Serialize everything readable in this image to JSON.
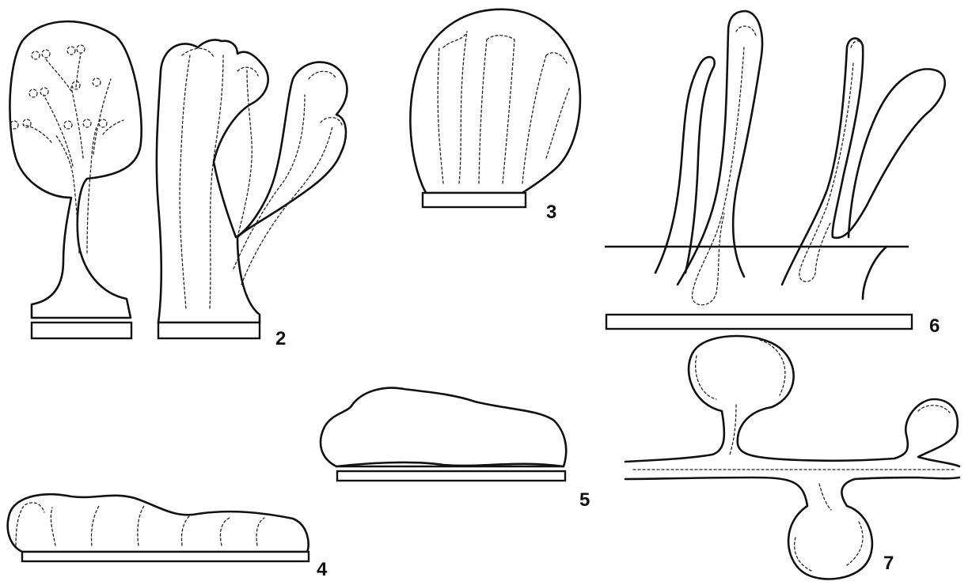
{
  "figure": {
    "panel_labels": [
      "2",
      "3",
      "4",
      "5",
      "6",
      "7"
    ]
  }
}
